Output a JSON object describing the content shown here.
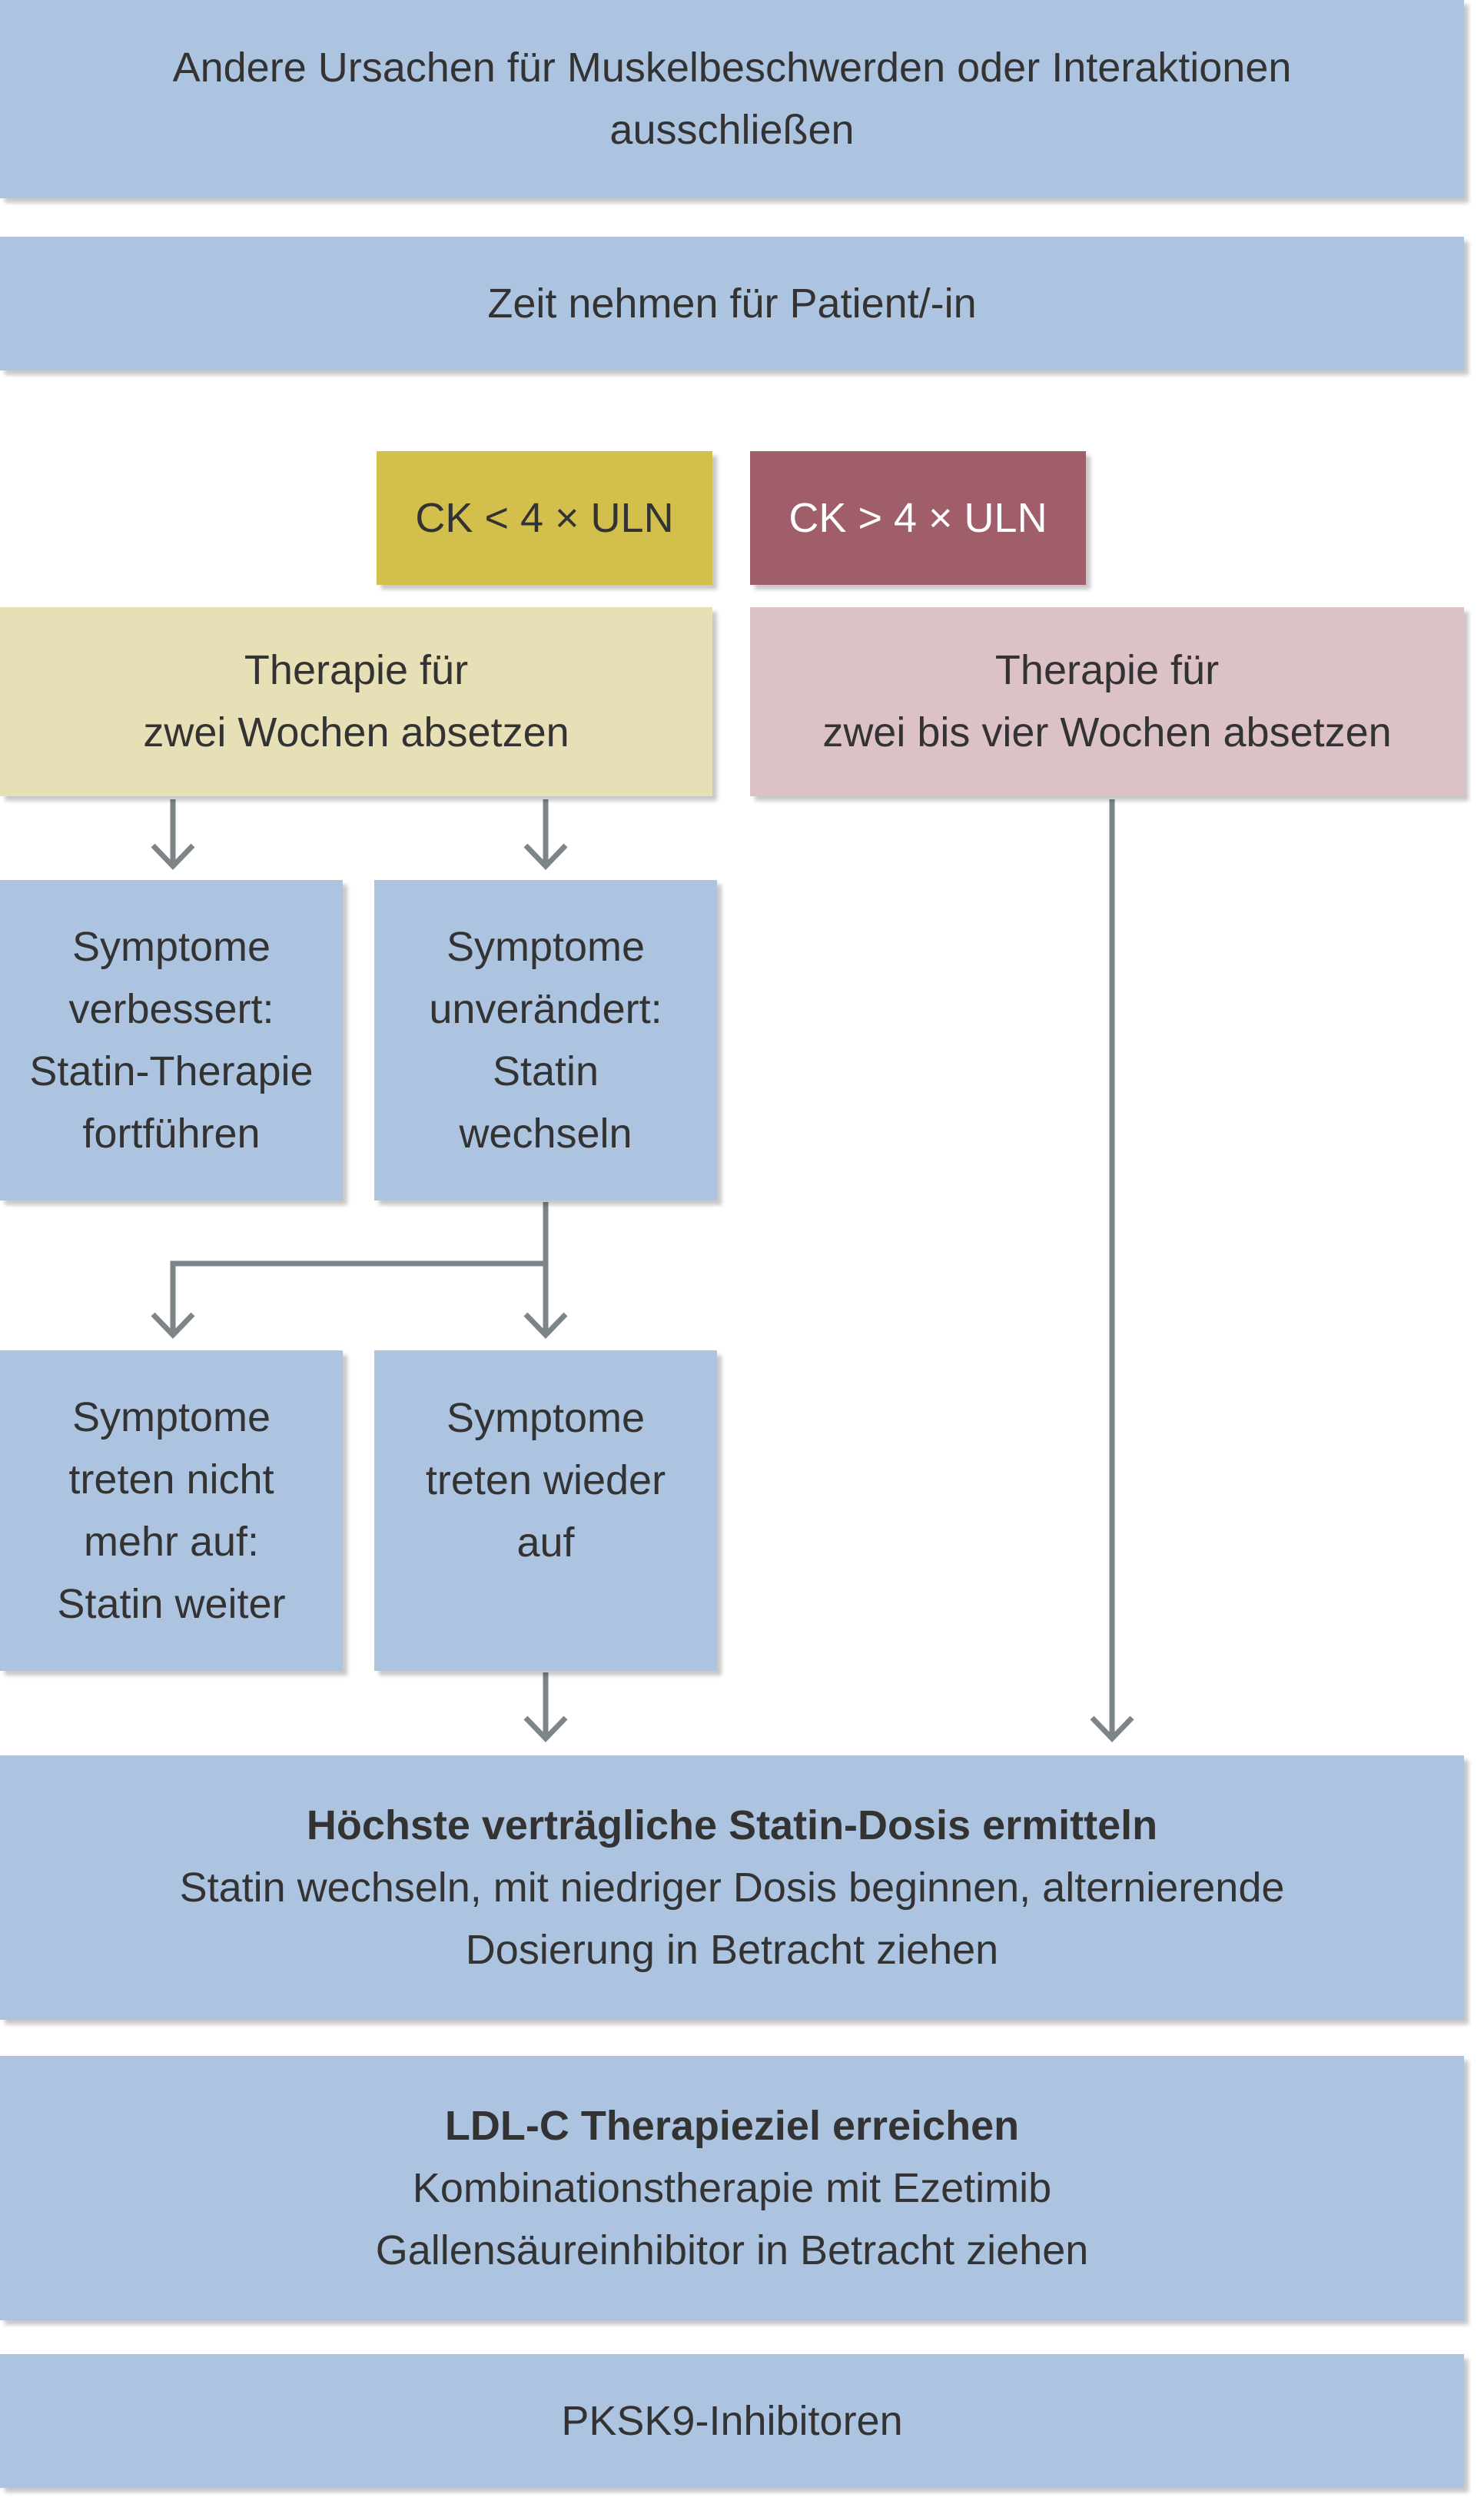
{
  "boxes": {
    "exclude": {
      "line1": "Andere Ursachen für Muskelbeschwerden oder Interaktionen",
      "line2": "ausschließen"
    },
    "time": {
      "line1": "Zeit nehmen für Patient/-in"
    },
    "ck_low": {
      "label": "CK < 4 × ULN"
    },
    "ck_high": {
      "label": "CK > 4 × ULN"
    },
    "pause_two": {
      "line1": "Therapie für",
      "line2": "zwei Wochen absetzen"
    },
    "pause_two_four": {
      "line1": "Therapie für",
      "line2": "zwei bis vier Wochen absetzen"
    },
    "improved": {
      "line1": "Symptome",
      "line2": "verbessert:",
      "line3": "Statin-Therapie",
      "line4": "fortführen"
    },
    "unchanged": {
      "line1": "Symptome",
      "line2": "unverändert:",
      "line3": "Statin",
      "line4": "wechseln"
    },
    "no_recur": {
      "line1": "Symptome",
      "line2": "treten nicht",
      "line3": "mehr auf:",
      "line4": "Statin weiter"
    },
    "recur": {
      "line1": "Symptome",
      "line2": "treten wieder",
      "line3": "auf"
    },
    "max_dose": {
      "title": "Höchste verträgliche Statin-Dosis ermitteln",
      "line1": "Statin wechseln, mit niedriger Dosis beginnen, alternierende",
      "line2": "Dosierung in Betracht ziehen"
    },
    "ldl_goal": {
      "title": "LDL-C Therapieziel erreichen",
      "line1": "Kombinationstherapie mit Ezetimib",
      "line2": "Gallensäureinhibitor in Betracht ziehen"
    },
    "pcsk9": {
      "line1": "PKSK9-Inhibitoren"
    }
  },
  "colors": {
    "blue_box": "#adc4e0",
    "ck_low_dark": "#d3bf4c",
    "ck_low_light": "#e7dfb5",
    "ck_high_dark": "#a05d6a",
    "ck_high_light": "#dcc2c6",
    "arrow": "#7d8589",
    "text": "#333333"
  }
}
